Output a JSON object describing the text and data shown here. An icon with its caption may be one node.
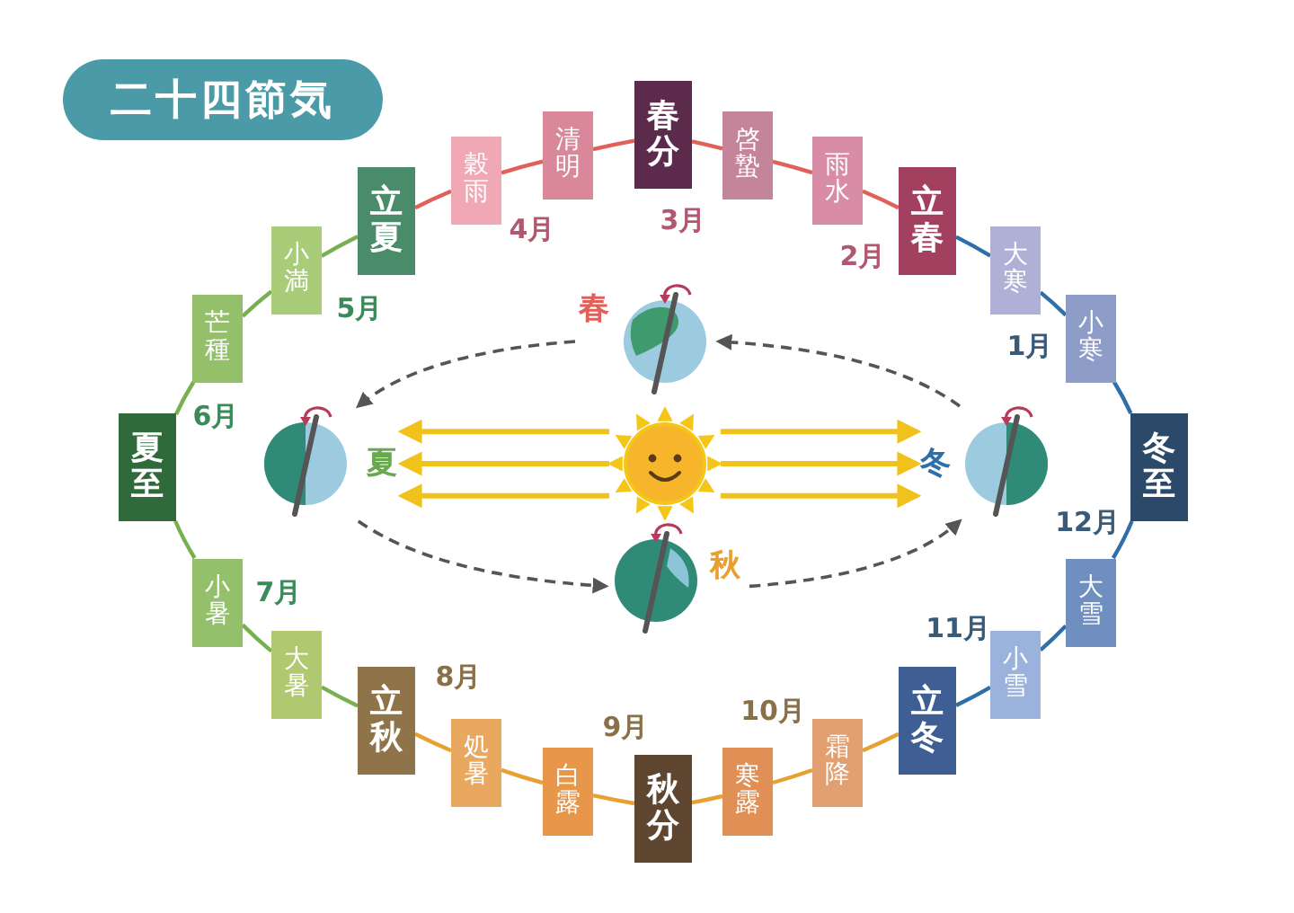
{
  "diagram": {
    "title": "二十四節気",
    "nodes": [
      {
        "text": [
          "春分"
        ]
      },
      {
        "text": [
          "啓蟄"
        ]
      },
      {
        "text": [
          "雨水"
        ]
      },
      {
        "text": [
          "立春"
        ]
      },
      {
        "text": [
          "大寒"
        ]
      },
      {
        "text": [
          "小寒"
        ]
      },
      {
        "text": [
          "冬至"
        ]
      },
      {
        "text": [
          "大雪"
        ]
      },
      {
        "text": [
          "小雪"
        ]
      },
      {
        "text": [
          "立冬"
        ]
      },
      {
        "text": [
          "霜降"
        ]
      },
      {
        "text": [
          "寒露"
        ]
      },
      {
        "text": [
          "秋分"
        ]
      },
      {
        "text": [
          "白露"
        ]
      },
      {
        "text": [
          "処暑"
        ]
      },
      {
        "text": [
          "立秋"
        ]
      },
      {
        "text": [
          "大暑"
        ]
      },
      {
        "text": [
          "小暑"
        ]
      },
      {
        "text": [
          "夏至"
        ]
      },
      {
        "text": [
          "芒種"
        ]
      },
      {
        "text": [
          "小満"
        ]
      },
      {
        "text": [
          "立夏"
        ]
      },
      {
        "text": [
          "穀雨"
        ]
      },
      {
        "text": [
          "清明"
        ]
      },
      {
        "text": [],
        "shape": "picture"
      },
      {
        "text": [],
        "shape": "picture",
        "beside": [
          "春"
        ]
      },
      {
        "text": [],
        "shape": "picture",
        "beside": [
          "夏"
        ]
      },
      {
        "text": [],
        "shape": "picture",
        "beside": [
          "秋"
        ]
      },
      {
        "text": [],
        "shape": "picture",
        "beside": [
          "冬"
        ]
      }
    ],
    "edges": [
      {
        "from": 0,
        "to": 1,
        "arrow": "none",
        "color": "#e0605a"
      },
      {
        "from": 1,
        "to": 2,
        "arrow": "none",
        "color": "#e0605a"
      },
      {
        "from": 2,
        "to": 3,
        "arrow": "none",
        "color": "#e0605a"
      },
      {
        "from": 3,
        "to": 4,
        "arrow": "none",
        "color": "#2f6fa8"
      },
      {
        "from": 4,
        "to": 5,
        "arrow": "none",
        "color": "#2f6fa8"
      },
      {
        "from": 5,
        "to": 6,
        "arrow": "none",
        "color": "#2f6fa8"
      },
      {
        "from": 6,
        "to": 7,
        "arrow": "none",
        "color": "#2f6fa8"
      },
      {
        "from": 7,
        "to": 8,
        "arrow": "none",
        "color": "#2f6fa8"
      },
      {
        "from": 8,
        "to": 9,
        "arrow": "none",
        "color": "#2f6fa8"
      },
      {
        "from": 9,
        "to": 10,
        "arrow": "none",
        "color": "#e8a030"
      },
      {
        "from": 10,
        "to": 11,
        "arrow": "none",
        "color": "#e8a030"
      },
      {
        "from": 11,
        "to": 12,
        "arrow": "none",
        "color": "#e8a030"
      },
      {
        "from": 12,
        "to": 13,
        "arrow": "none",
        "color": "#e8a030"
      },
      {
        "from": 13,
        "to": 14,
        "arrow": "none",
        "color": "#e8a030"
      },
      {
        "from": 14,
        "to": 15,
        "arrow": "none",
        "color": "#e8a030"
      },
      {
        "from": 15,
        "to": 16,
        "arrow": "none",
        "color": "#78b050"
      },
      {
        "from": 16,
        "to": 17,
        "arrow": "none",
        "color": "#78b050"
      },
      {
        "from": 17,
        "to": 18,
        "arrow": "none",
        "color": "#78b050"
      },
      {
        "from": 18,
        "to": 19,
        "arrow": "none",
        "color": "#78b050"
      },
      {
        "from": 19,
        "to": 20,
        "arrow": "none",
        "color": "#78b050"
      },
      {
        "from": 20,
        "to": 21,
        "arrow": "none",
        "color": "#78b050"
      },
      {
        "from": 21,
        "to": 22,
        "arrow": "none",
        "color": "#e0605a"
      },
      {
        "from": 22,
        "to": 23,
        "arrow": "none",
        "color": "#e0605a"
      },
      {
        "from": 23,
        "to": 0,
        "arrow": "none",
        "color": "#e0605a"
      },
      {
        "from": 25,
        "to": 26,
        "arrow": "to",
        "style": "dashed",
        "color": "#555555"
      },
      {
        "from": 26,
        "to": 27,
        "arrow": "to",
        "style": "dashed",
        "color": "#555555"
      },
      {
        "from": 27,
        "to": 28,
        "arrow": "to",
        "style": "dashed",
        "color": "#555555"
      },
      {
        "from": 28,
        "to": 25,
        "arrow": "to",
        "style": "dashed",
        "color": "#555555"
      },
      {
        "from": 24,
        "to": 26,
        "arrow": "to",
        "color": "#f2c21c"
      },
      {
        "from": 24,
        "to": 26,
        "arrow": "to",
        "color": "#f2c21c"
      },
      {
        "from": 24,
        "to": 26,
        "arrow": "to",
        "color": "#f2c21c"
      },
      {
        "from": 24,
        "to": 28,
        "arrow": "to",
        "color": "#f2c21c"
      },
      {
        "from": 24,
        "to": 28,
        "arrow": "to",
        "color": "#f2c21c"
      },
      {
        "from": 24,
        "to": 28,
        "arrow": "to",
        "color": "#f2c21c"
      }
    ],
    "labels": [
      "3月",
      "4月",
      "2月",
      "5月",
      "1月",
      "6月",
      "12月",
      "7月",
      "11月",
      "8月",
      "10月",
      "9月"
    ]
  }
}
